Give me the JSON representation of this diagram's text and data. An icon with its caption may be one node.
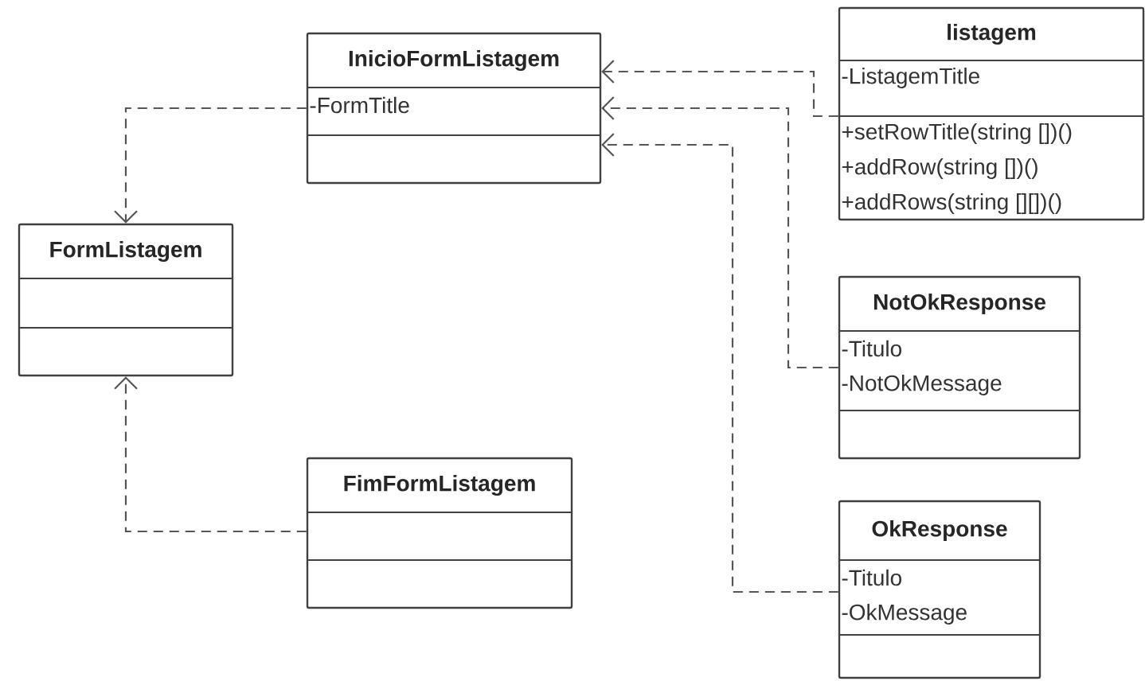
{
  "diagram": {
    "nodes": [
      {
        "text": [
          "InicioFormListagem",
          "-FormTitle"
        ]
      },
      {
        "text": [
          "listagem",
          "-ListagemTitle",
          "+setRowTitle(string [])()",
          "+addRow(string [])()",
          "+addRows(string [][])()"
        ]
      },
      {
        "text": [
          "FormListagem"
        ]
      },
      {
        "text": [
          "NotOkResponse",
          "-Titulo",
          "-NotOkMessage"
        ]
      },
      {
        "text": [
          "FimFormListagem"
        ]
      },
      {
        "text": [
          "OkResponse",
          "-Titulo",
          "-OkMessage"
        ]
      }
    ],
    "edges": [
      {
        "from": 0,
        "to": 2,
        "arrow": "to"
      },
      {
        "from": 1,
        "to": 0,
        "arrow": "to"
      },
      {
        "from": 3,
        "to": 0,
        "arrow": "to"
      },
      {
        "from": 5,
        "to": 0,
        "arrow": "to"
      },
      {
        "from": 4,
        "to": 2,
        "arrow": "to"
      }
    ]
  }
}
